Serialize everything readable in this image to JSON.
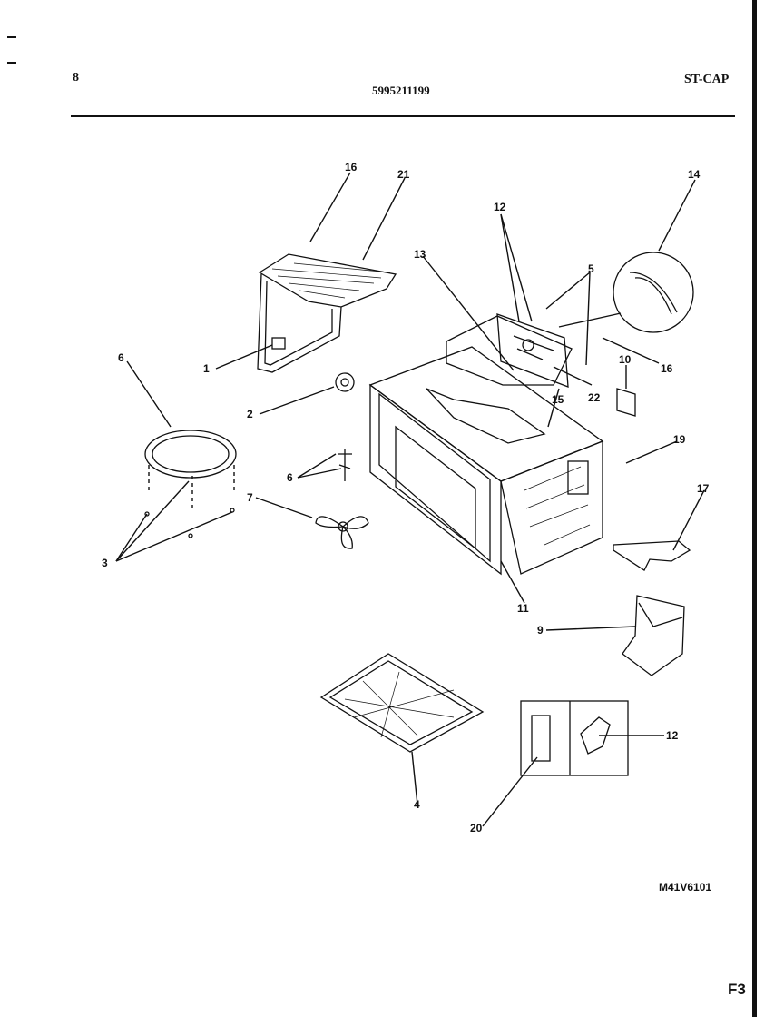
{
  "header": {
    "page_number": "8",
    "document_number": "5995211199",
    "model_group": "ST-CAP"
  },
  "callouts": [
    "1",
    "2",
    "3",
    "4",
    "5",
    "6",
    "6",
    "7",
    "9",
    "10",
    "11",
    "12",
    "12",
    "13",
    "14",
    "15",
    "16",
    "16",
    "17",
    "19",
    "20",
    "21",
    "22"
  ],
  "footer": {
    "drawing_code": "M41V6101",
    "sheet_id": "F3"
  }
}
